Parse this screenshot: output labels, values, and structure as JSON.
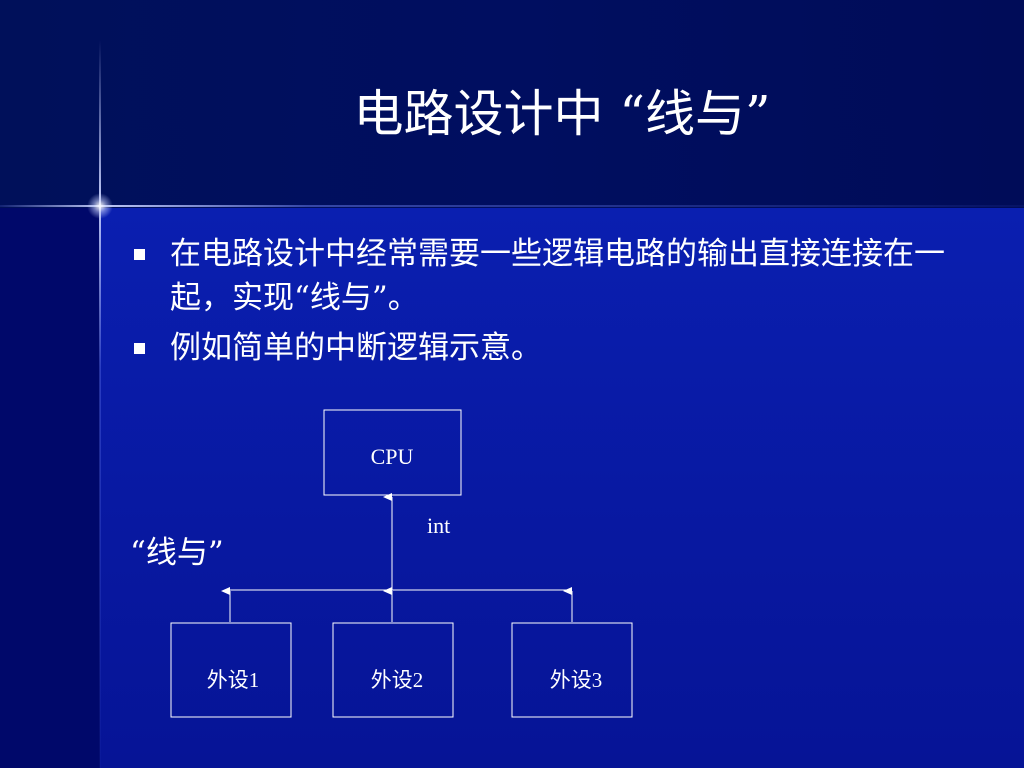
{
  "slide": {
    "title": "电路设计中 “线与”",
    "bullets": [
      "在电路设计中经常需要一些逻辑电路的输出直接连接在一起，实现“线与”。",
      "例如简单的中断逻辑示意。"
    ]
  },
  "diagram": {
    "cpu_label": "CPU",
    "signal_label": "int",
    "wired_and_label": "“线与”",
    "peripherals": [
      "外设1",
      "外设2",
      "外设3"
    ]
  },
  "colors": {
    "background_top": "#00105a",
    "background_main": "#0a1fb0",
    "text": "#ffffff",
    "accent_line": "#c8d2ff"
  }
}
